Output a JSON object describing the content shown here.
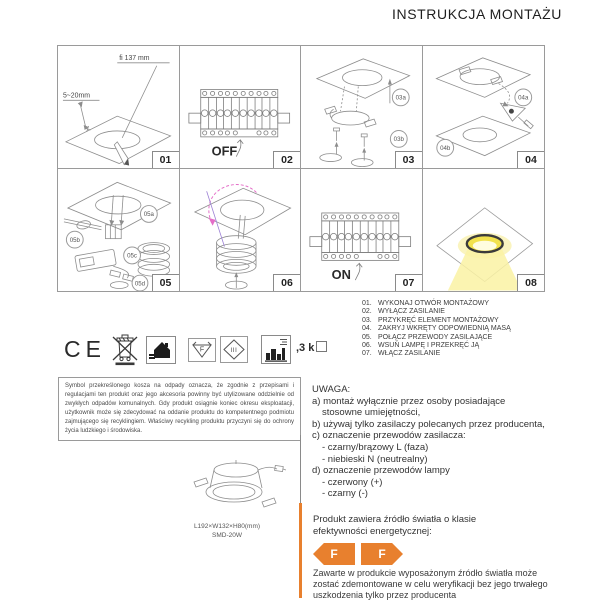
{
  "title": "INSTRUKCJA MONTAŻU",
  "panels": {
    "p1": {
      "number": "01",
      "hole_dim": "fi 137 mm",
      "depth_dim": "5~20mm"
    },
    "p2": {
      "number": "02",
      "switch_label": "OFF"
    },
    "p3": {
      "number": "03",
      "callout_a": "03a",
      "callout_b": "03b"
    },
    "p4": {
      "number": "04",
      "callout_a": "04a",
      "callout_b": "04b"
    },
    "p5": {
      "number": "05",
      "callout_a": "05a",
      "callout_b": "05b",
      "callout_c": "05c",
      "callout_d": "05d"
    },
    "p6": {
      "number": "06"
    },
    "p7": {
      "number": "07",
      "switch_label": "ON"
    },
    "p8": {
      "number": "08"
    }
  },
  "steps": [
    {
      "num": "01.",
      "label": "WYKONAJ OTWÓR MONTAŻOWY"
    },
    {
      "num": "02.",
      "label": "WYŁĄCZ ZASILANIE"
    },
    {
      "num": "03.",
      "label": "PRZYKRĘĆ ELEMENT MONTAŻOWY"
    },
    {
      "num": "04.",
      "label": "ZAKRYJ WKRĘTY ODPOWIEDNIĄ MASĄ"
    },
    {
      "num": "05.",
      "label": "POŁĄCZ PRZEWODY ZASILAJĄCE"
    },
    {
      "num": "06.",
      "label": "WSUŃ LAMPĘ I PRZEKRĘĆ JĄ"
    },
    {
      "num": "07.",
      "label": "WŁĄCZ ZASILANIE"
    }
  ],
  "icon_row": {
    "ce_label": "CE",
    "f_mark_letter": "F",
    "class_mark": "III",
    "extra_text": ",3 k"
  },
  "recycling_note": "Symbol przekreślonego kosza na odpady oznacza, że zgodnie z przepisami i regulacjami ten produkt oraz jego akcesoria powinny być utylizowane oddzielnie od zwykłych odpadów komunalnych. Gdy produkt osiągnie koniec okresu eksploatacji, użytkownik może się zdecydować na oddanie produktu do kompetentnego podmiotu zajmującego się recyklingiem. Właściwy recykling produktu przyczyni się do ochrony życia ludzkiego i środowiska.",
  "uwaga": {
    "heading": "UWAGA:",
    "lines": [
      "a) montaż wyłącznie przez osoby posiadające",
      "stosowne umiejętności,",
      "b) używaj tylko zasilaczy polecanych przez producenta,",
      "c) oznaczenie przewodów zasilacza:",
      "- czarny/brązowy L (faza)",
      "- niebieski N (neutrealny)",
      "d) oznaczenie przewodów lampy",
      "- czerwony (+)",
      "- czarny (-)"
    ]
  },
  "energy": {
    "intro_line1": "Produkt zawiera źródło światła o klasie",
    "intro_line2": "efektywności energetycznej:",
    "class_letter": "F",
    "note_line1": "Zawarte w produkcie wyposażonym źródło światła może",
    "note_line2": "zostać zdemontowane w celu weryfikacji bez jego trwałego",
    "note_line3": "uszkodzenia tylko przez producenta"
  },
  "product": {
    "dimensions": "L192×W132×H80(mm)",
    "model": "SMD-20W"
  },
  "colors": {
    "accent_orange": "#E8802E",
    "glow_yellow": "#F2E24E",
    "callout_magenta": "#E46EC8"
  }
}
